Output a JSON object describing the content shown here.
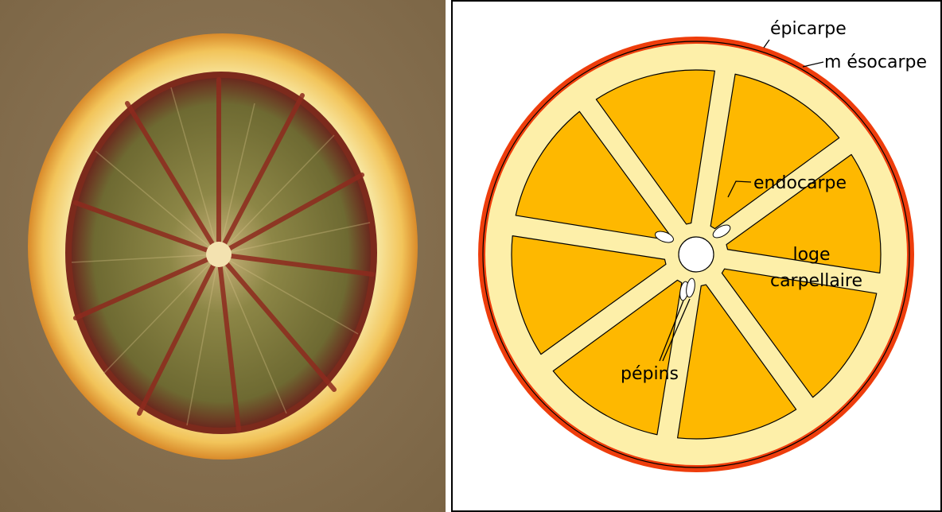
{
  "photo": {
    "subject": "blood-orange-cross-section-photo",
    "colors": {
      "background": "#8a7252",
      "peel": "#f2c25a",
      "pith": "#f8e7a0",
      "pulp": "#7a7a3a",
      "membrane": "#8a2a22"
    }
  },
  "diagram": {
    "labels": {
      "epicarpe": "épicarpe",
      "mesocarpe": "m ésocarpe",
      "endocarpe": "endocarpe",
      "loge_line1": "loge",
      "loge_line2": "carpellaire",
      "pepins": "pépins"
    },
    "colors": {
      "epicarp": "#ee3d0c",
      "mesocarp": "#fdefa9",
      "segment": "#feb800",
      "center": "#ffffff",
      "outline": "#000000"
    }
  }
}
